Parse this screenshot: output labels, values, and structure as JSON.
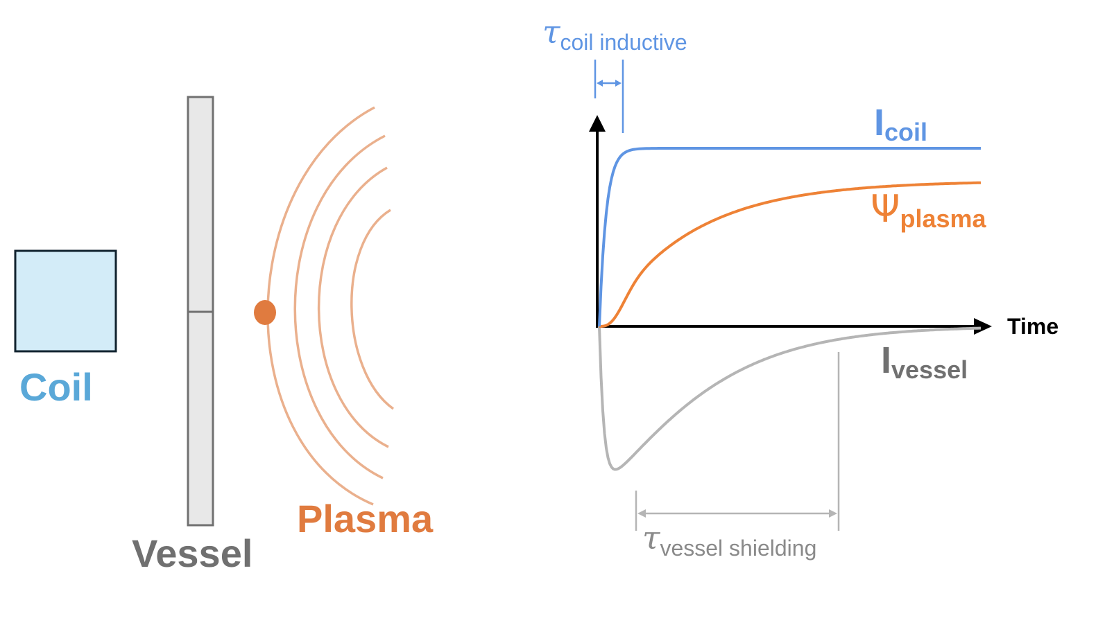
{
  "colors": {
    "coil_label": "#5aa8d8",
    "coil_fill": "#d3ecf8",
    "coil_stroke": "#10222e",
    "vessel_label": "#707070",
    "vessel_fill": "#e8e8e8",
    "vessel_stroke": "#707070",
    "plasma_label": "#e07b3f",
    "plasma_dot": "#e07b3f",
    "plasma_waves": "#eab08d",
    "curve_coil": "#5f95e3",
    "curve_plasma": "#ee8236",
    "curve_vessel": "#b5b5b5",
    "axis": "#000000",
    "tau_coil": "#5f95e3",
    "tau_vessel": "#8a8a8a"
  },
  "schematic": {
    "coil_label": "Coil",
    "vessel_label": "Vessel",
    "plasma_label": "Plasma"
  },
  "plot": {
    "x_axis_label": "Time",
    "coil_curve": {
      "main": "I",
      "sub": "coil"
    },
    "plasma_curve": {
      "main": "Ψ",
      "sub": "plasma"
    },
    "vessel_curve": {
      "main": "I",
      "sub": "vessel"
    },
    "tau_coil": {
      "glyph": "τ",
      "sub": "coil inductive"
    },
    "tau_vessel": {
      "glyph": "τ",
      "sub": "vessel shielding"
    }
  }
}
